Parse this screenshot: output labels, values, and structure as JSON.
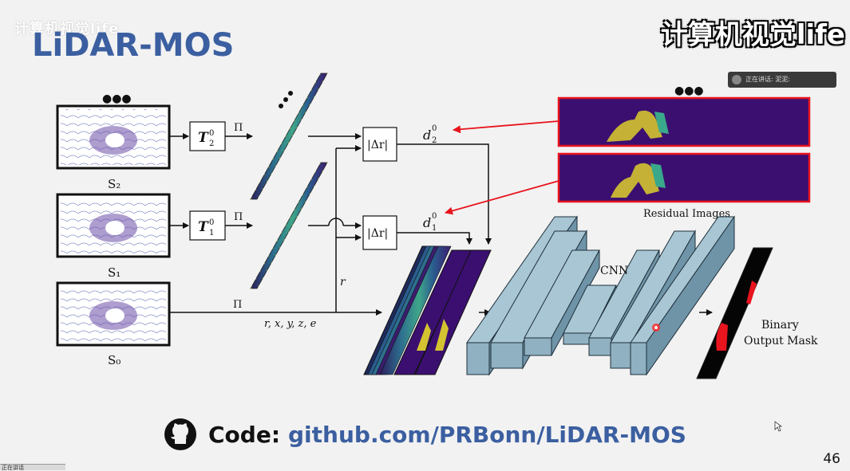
{
  "watermark_top": "计算机视觉life",
  "watermark_right": "计算机视觉life",
  "slide": {
    "title": "LiDAR-MOS",
    "speaker_text": "正在讲话: 泥泥:",
    "code_label": "Code:",
    "code_url": "github.com/PRBonn/LiDAR-MOS",
    "page_number": "46",
    "taskbar_text": "正在讲话"
  },
  "diagram": {
    "ellipsis": "●●●",
    "scans": [
      {
        "label": "S₂"
      },
      {
        "label": "S₁"
      },
      {
        "label": "S₀"
      }
    ],
    "transforms": [
      {
        "label": "T",
        "sup": "0",
        "sub": "2"
      },
      {
        "label": "T",
        "sup": "0",
        "sub": "1"
      }
    ],
    "projection": "Π",
    "diff_ops": [
      "|Δr|",
      "|Δr|"
    ],
    "residuals": [
      {
        "label": "d",
        "sup": "0",
        "sub": "2"
      },
      {
        "label": "d",
        "sup": "0",
        "sub": "1"
      }
    ],
    "r_label": "r",
    "channels_label": "r, x, y, z, e",
    "residual_images_label": "Residual Images",
    "cnn_label": "CNN",
    "output_label_1": "Binary",
    "output_label_2": "Output Mask",
    "colors": {
      "box_fill": "#8fb1c2",
      "box_stroke": "#1f2f3a",
      "residual_bg": "#3b0f70",
      "residual_border": "#e8141e",
      "arrow_red": "#e8141e"
    }
  }
}
